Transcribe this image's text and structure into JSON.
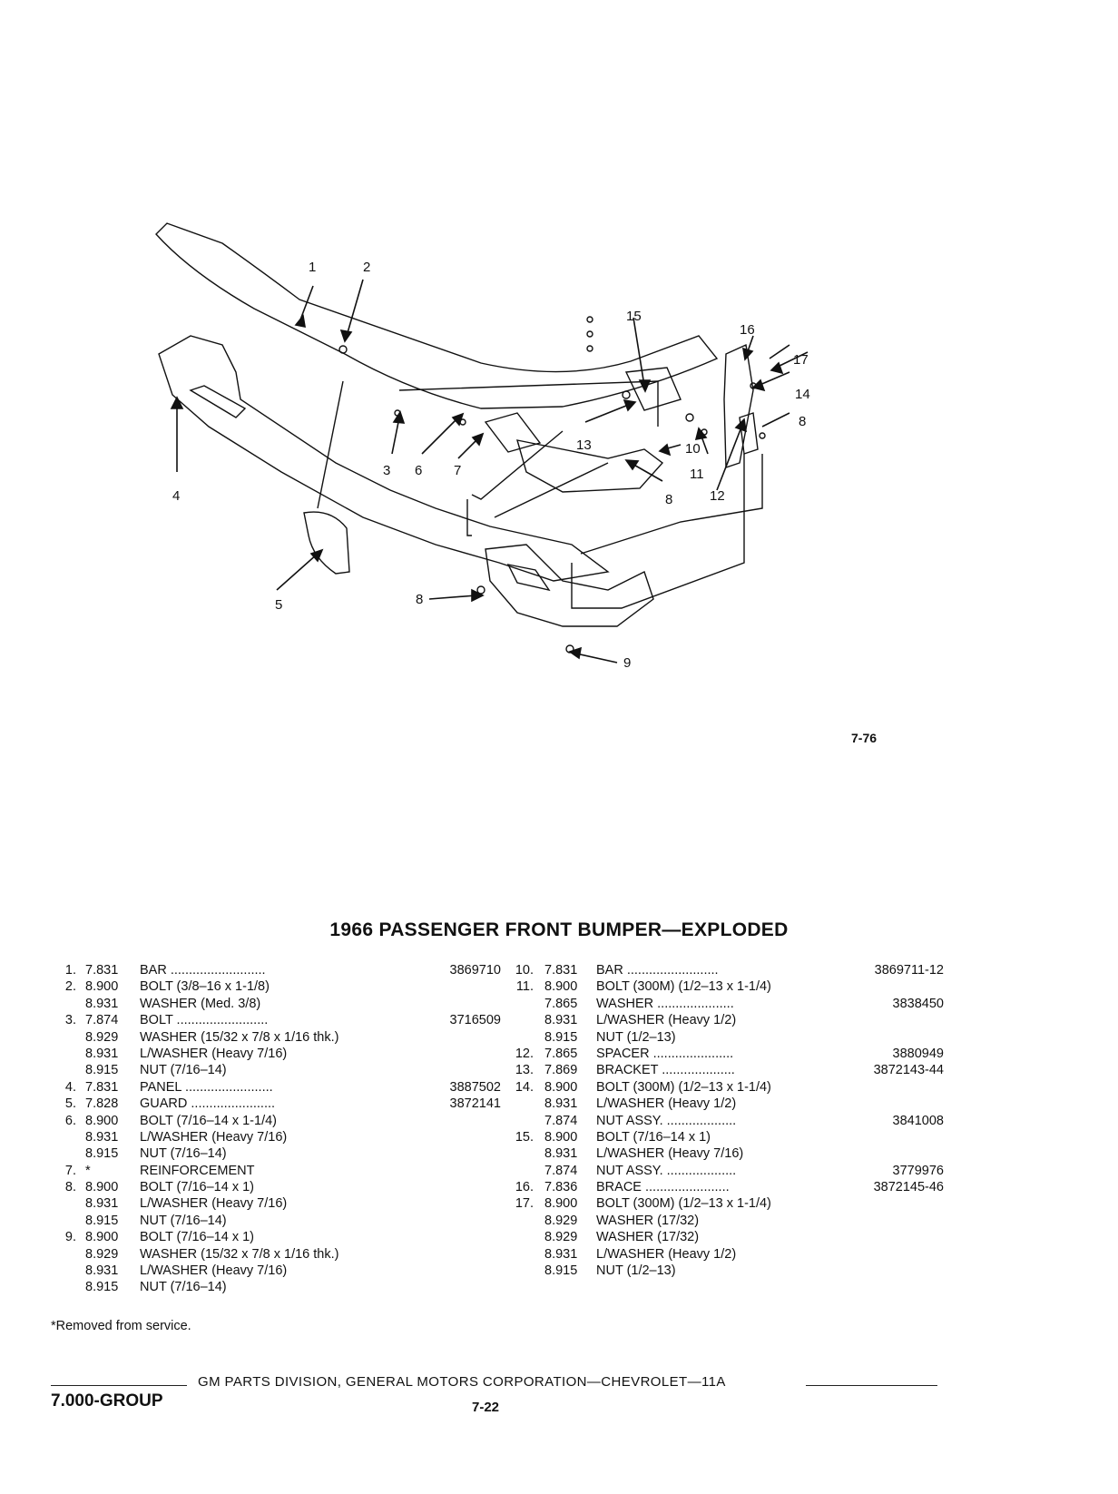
{
  "diagram": {
    "callouts": [
      "1",
      "2",
      "3",
      "4",
      "5",
      "6",
      "7",
      "8",
      "8",
      "8",
      "9",
      "10",
      "11",
      "12",
      "13",
      "14",
      "15",
      "16",
      "17"
    ],
    "figure_number": "7-76"
  },
  "title": "1966 PASSENGER FRONT BUMPER—EXPLODED",
  "parts_left": [
    {
      "num": "1.",
      "group": "7.831",
      "name": "BAR ..........................",
      "part": "3869710"
    },
    {
      "num": "2.",
      "group": "8.900",
      "name": "BOLT (3/8–16 x 1-1/8)",
      "part": ""
    },
    {
      "num": "",
      "group": "8.931",
      "name": "WASHER (Med. 3/8)",
      "part": ""
    },
    {
      "num": "3.",
      "group": "7.874",
      "name": "BOLT .........................",
      "part": "3716509"
    },
    {
      "num": "",
      "group": "8.929",
      "name": "WASHER (15/32 x 7/8 x 1/16 thk.)",
      "part": ""
    },
    {
      "num": "",
      "group": "8.931",
      "name": "L/WASHER (Heavy 7/16)",
      "part": ""
    },
    {
      "num": "",
      "group": "8.915",
      "name": "NUT (7/16–14)",
      "part": ""
    },
    {
      "num": "4.",
      "group": "7.831",
      "name": "PANEL ........................",
      "part": "3887502"
    },
    {
      "num": "5.",
      "group": "7.828",
      "name": "GUARD .......................",
      "part": "3872141"
    },
    {
      "num": "6.",
      "group": "8.900",
      "name": "BOLT (7/16–14 x 1-1/4)",
      "part": ""
    },
    {
      "num": "",
      "group": "8.931",
      "name": "L/WASHER (Heavy 7/16)",
      "part": ""
    },
    {
      "num": "",
      "group": "8.915",
      "name": "NUT (7/16–14)",
      "part": ""
    },
    {
      "num": "7.",
      "group": "*",
      "name": "REINFORCEMENT",
      "part": ""
    },
    {
      "num": "8.",
      "group": "8.900",
      "name": "BOLT (7/16–14 x 1)",
      "part": ""
    },
    {
      "num": "",
      "group": "8.931",
      "name": "L/WASHER (Heavy 7/16)",
      "part": ""
    },
    {
      "num": "",
      "group": "8.915",
      "name": "NUT (7/16–14)",
      "part": ""
    },
    {
      "num": "9.",
      "group": "8.900",
      "name": "BOLT (7/16–14 x 1)",
      "part": ""
    },
    {
      "num": "",
      "group": "8.929",
      "name": "WASHER (15/32 x 7/8 x 1/16 thk.)",
      "part": ""
    },
    {
      "num": "",
      "group": "8.931",
      "name": "L/WASHER (Heavy 7/16)",
      "part": ""
    },
    {
      "num": "",
      "group": "8.915",
      "name": "NUT (7/16–14)",
      "part": ""
    }
  ],
  "parts_right": [
    {
      "num": "10.",
      "group": "7.831",
      "name": "BAR .........................",
      "part": "3869711-12"
    },
    {
      "num": "11.",
      "group": "8.900",
      "name": "BOLT (300M) (1/2–13 x 1-1/4)",
      "part": ""
    },
    {
      "num": "",
      "group": "7.865",
      "name": "WASHER .....................",
      "part": "3838450"
    },
    {
      "num": "",
      "group": "8.931",
      "name": "L/WASHER (Heavy 1/2)",
      "part": ""
    },
    {
      "num": "",
      "group": "8.915",
      "name": "NUT (1/2–13)",
      "part": ""
    },
    {
      "num": "12.",
      "group": "7.865",
      "name": "SPACER ......................",
      "part": "3880949"
    },
    {
      "num": "13.",
      "group": "7.869",
      "name": "BRACKET ....................",
      "part": "3872143-44"
    },
    {
      "num": "14.",
      "group": "8.900",
      "name": "BOLT (300M) (1/2–13 x 1-1/4)",
      "part": ""
    },
    {
      "num": "",
      "group": "8.931",
      "name": "L/WASHER (Heavy 1/2)",
      "part": ""
    },
    {
      "num": "",
      "group": "7.874",
      "name": "NUT ASSY. ...................",
      "part": "3841008"
    },
    {
      "num": "15.",
      "group": "8.900",
      "name": "BOLT (7/16–14 x 1)",
      "part": ""
    },
    {
      "num": "",
      "group": "8.931",
      "name": "L/WASHER (Heavy 7/16)",
      "part": ""
    },
    {
      "num": "",
      "group": "7.874",
      "name": "NUT ASSY. ...................",
      "part": "3779976"
    },
    {
      "num": "16.",
      "group": "7.836",
      "name": "BRACE .......................",
      "part": "3872145-46"
    },
    {
      "num": "17.",
      "group": "8.900",
      "name": "BOLT (300M) (1/2–13 x 1-1/4)",
      "part": ""
    },
    {
      "num": "",
      "group": "8.929",
      "name": "WASHER (17/32)",
      "part": ""
    },
    {
      "num": "",
      "group": "8.929",
      "name": "WASHER (17/32)",
      "part": ""
    },
    {
      "num": "",
      "group": "8.931",
      "name": "L/WASHER (Heavy 1/2)",
      "part": ""
    },
    {
      "num": "",
      "group": "8.915",
      "name": "NUT (1/2–13)",
      "part": ""
    }
  ],
  "footnote": "*Removed from service.",
  "footer": {
    "text": "GM PARTS DIVISION, GENERAL MOTORS CORPORATION—CHEVROLET—11A",
    "group": "7.000-GROUP",
    "page": "7-22"
  }
}
